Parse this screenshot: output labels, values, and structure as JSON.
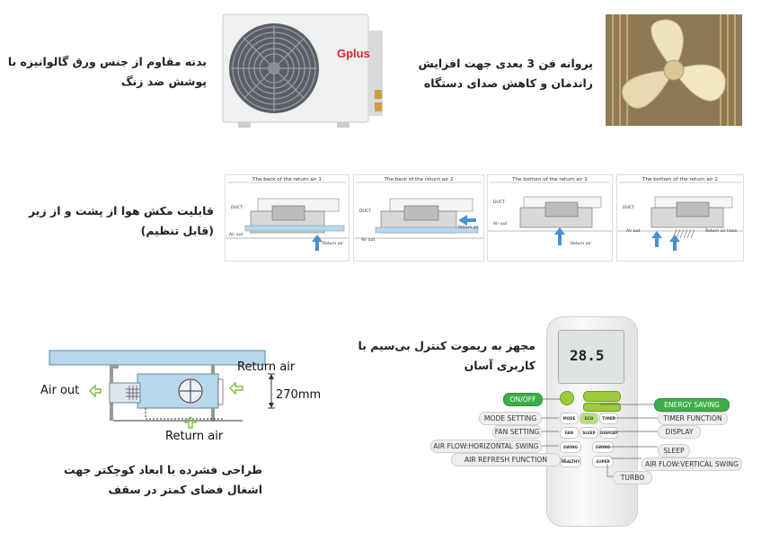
{
  "features": {
    "body": {
      "lines": [
        "بدنه مقاوم از جنس ورق گالوانیزه با",
        "پوشش ضد زنگ"
      ]
    },
    "fan": {
      "lines": [
        "پروانه فن 3 بعدی جهت افزایش",
        "راندمان و کاهش صدای دستگاه"
      ]
    },
    "air_intake": {
      "lines": [
        "قابلیت مکش هوا از پشت و از زیر",
        "(قابل تنظیم)"
      ]
    },
    "compact": {
      "lines": [
        "طراحی فشرده با ابعاد کوچکتر جهت",
        "اشغال فضای کمتر در سقف"
      ]
    },
    "remote": {
      "lines": [
        "مجهز به ریموت کنترل بی‌سیم با",
        "کاربری آسان"
      ]
    }
  },
  "outdoor_unit": {
    "logo": "Gplus"
  },
  "return_air_panels": [
    {
      "title": "The back of the return air 1",
      "duct": "DUCT",
      "air_out": "Air out",
      "return_air": "Return air"
    },
    {
      "title": "The back of the return air 2",
      "duct": "DUCT",
      "air_out": "Air out",
      "return_air": "Return air"
    },
    {
      "title": "The bottom of the return air 1",
      "duct": "DUCT",
      "air_out": "Air out",
      "return_air": "Return air"
    },
    {
      "title": "The bottom of the return air 2",
      "duct": "DUCT",
      "air_out": "Air out",
      "return_air": "Return air hose"
    }
  ],
  "dimension_diagram": {
    "air_out": "Air out",
    "return_air_side": "Return air",
    "return_air_bottom": "Return air",
    "height": "270mm"
  },
  "remote": {
    "display": "28.5",
    "keys": {
      "mode": "MODE",
      "eco": "ECO",
      "timer": "TIMER",
      "fan": "FAN",
      "sleep": "SLEEP",
      "display": "DISPLAY",
      "swing_h": "SWING ◄►",
      "swing_v": "SWING ▲▼",
      "healthy": "HEALTHY",
      "super": "SUPER"
    },
    "labels_left": {
      "on_off": "ON/OFF",
      "mode_setting": "MODE SETTING",
      "fan_setting": "FAN SETTING",
      "air_flow_horizontal": "AIR FLOW:HORIZONTAL SWING",
      "air_refresh": "AIR REFRESH FUNCTION"
    },
    "labels_right": {
      "energy_saving": "ENERGY SAVING",
      "timer_function": "TIMER FUNCTION",
      "display": "DISPLAY",
      "sleep": "SLEEP",
      "air_flow_vertical": "AIR FLOW:VERTICAL SWING",
      "turbo": "TURBO"
    }
  },
  "colors": {
    "accent_green": "#3dad48",
    "arrow_blue": "#4a8fd4",
    "duct_blue": "#b9d7ea"
  }
}
